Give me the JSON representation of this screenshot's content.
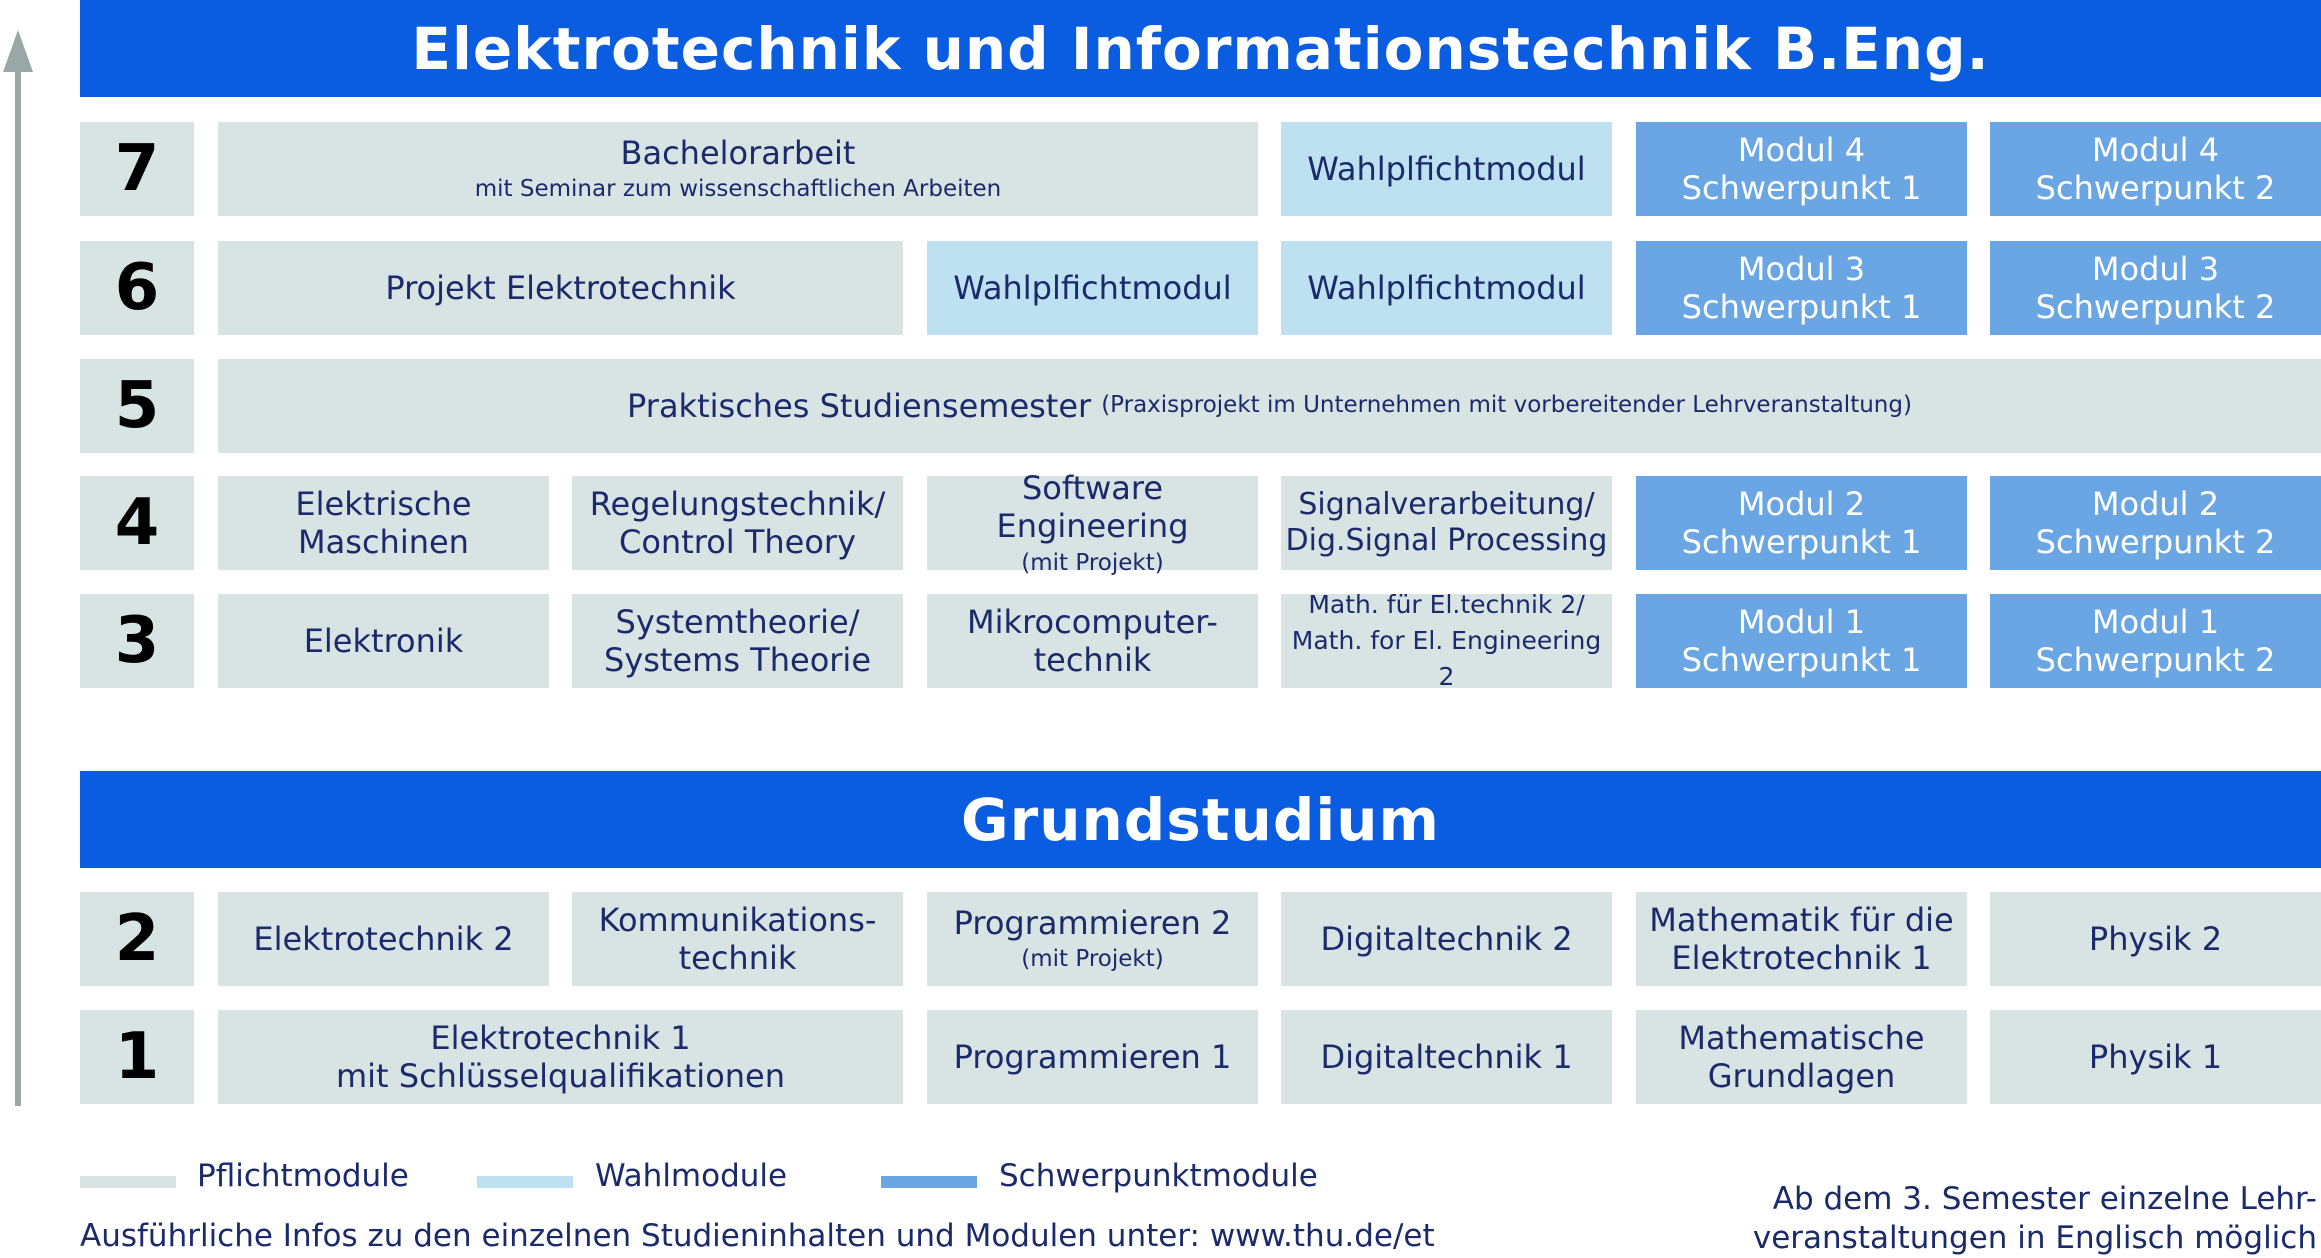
{
  "titles": {
    "main": "Elektrotechnik und Informationstechnik B.Eng.",
    "grund": "Grundstudium"
  },
  "semesters": [
    "7",
    "6",
    "5",
    "4",
    "3",
    "2",
    "1"
  ],
  "cells": {
    "s7_bachelor": {
      "main": "Bachelorarbeit",
      "sub": "mit Seminar zum wissenschaftlichen Arbeiten"
    },
    "s7_wahl": "Wahlplfichtmodul",
    "s7_m4s1": {
      "l1": "Modul 4",
      "l2": "Schwerpunkt 1"
    },
    "s7_m4s2": {
      "l1": "Modul 4",
      "l2": "Schwerpunkt 2"
    },
    "s6_projekt": "Projekt Elektrotechnik",
    "s6_wahl1": "Wahlplfichtmodul",
    "s6_wahl2": "Wahlplfichtmodul",
    "s6_m3s1": {
      "l1": "Modul 3",
      "l2": "Schwerpunkt 1"
    },
    "s6_m3s2": {
      "l1": "Modul 3",
      "l2": "Schwerpunkt 2"
    },
    "s5_praxis": {
      "main": "Praktisches Studiensemester",
      "sub": "(Praxisprojekt im Unternehmen mit vorbereitender Lehrveranstaltung)"
    },
    "s4_maschinen": {
      "l1": "Elektrische",
      "l2": "Maschinen"
    },
    "s4_regelung": {
      "l1": "Regelungstechnik/",
      "l2": "Control Theory"
    },
    "s4_software": {
      "main": "Software Engineering",
      "sub": "(mit Projekt)"
    },
    "s4_signal": {
      "l1": "Signalverarbeitung/",
      "l2": "Dig.Signal Processing"
    },
    "s4_m2s1": {
      "l1": "Modul 2",
      "l2": "Schwerpunkt 1"
    },
    "s4_m2s2": {
      "l1": "Modul 2",
      "l2": "Schwerpunkt 2"
    },
    "s3_elektronik": "Elektronik",
    "s3_system": {
      "l1": "Systemtheorie/",
      "l2": "Systems Theorie"
    },
    "s3_mikro": {
      "l1": "Mikrocomputer-",
      "l2": "technik"
    },
    "s3_math": {
      "l1": "Math. für El.technik 2/",
      "l2": "Math. for El. Engineering 2"
    },
    "s3_m1s1": {
      "l1": "Modul 1",
      "l2": "Schwerpunkt 1"
    },
    "s3_m1s2": {
      "l1": "Modul 1",
      "l2": "Schwerpunkt 2"
    },
    "s2_et2": "Elektrotechnik 2",
    "s2_komm": {
      "l1": "Kommunikations-",
      "l2": "technik"
    },
    "s2_prog2": {
      "main": "Programmieren 2",
      "sub": "(mit Projekt)"
    },
    "s2_digi2": "Digitaltechnik 2",
    "s2_math": {
      "l1": "Mathematik für die",
      "l2": "Elektrotechnik 1"
    },
    "s2_phys2": "Physik 2",
    "s1_et1": {
      "l1": "Elektrotechnik 1",
      "l2": "mit Schlüsselqualifikationen"
    },
    "s1_prog1": "Programmieren 1",
    "s1_digi1": "Digitaltechnik 1",
    "s1_math": {
      "l1": "Mathematische",
      "l2": "Grundlagen"
    },
    "s1_phys1": "Physik 1"
  },
  "legend": {
    "pflicht": "Pflichtmodule",
    "wahl": "Wahlmodule",
    "schwer": "Schwerpunktmodule"
  },
  "colors": {
    "banner": "#0a5ce0",
    "pflicht": "#d8e3e3",
    "wahl": "#bde1f0",
    "schwerpunkt": "#6aa6e3"
  },
  "footer": {
    "info": "Ausführliche Infos zu den einzelnen Studieninhalten und Modulen unter: www.thu.de/et",
    "english_l1": "Ab dem 3. Semester einzelne Lehr-",
    "english_l2": "veranstaltungen in Englisch möglich"
  }
}
